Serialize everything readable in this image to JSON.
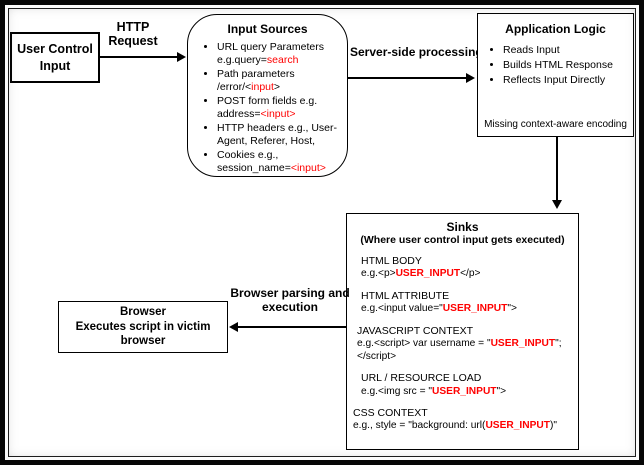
{
  "diagram": {
    "colors": {
      "highlight_red": "#ff0000"
    },
    "user_control": {
      "label": "User Control Input"
    },
    "labels": {
      "http_request": [
        "HTTP",
        "Request"
      ],
      "server_side": "Server-side processing",
      "browser_parsing": [
        "Browser parsing and",
        "execution"
      ]
    },
    "input_sources": {
      "title": "Input Sources",
      "items": [
        [
          {
            "t": "URL query Parameters"
          },
          {
            "br": true
          },
          {
            "t": "e.g.query="
          },
          {
            "t": "search",
            "red": true
          }
        ],
        [
          {
            "t": "Path parameters"
          },
          {
            "br": true
          },
          {
            "t": "/error/<"
          },
          {
            "t": "input",
            "red": true
          },
          {
            "t": ">"
          }
        ],
        [
          {
            "t": "POST form fields e.g."
          },
          {
            "br": true
          },
          {
            "t": "address="
          },
          {
            "t": "<input>",
            "red": true
          }
        ],
        [
          {
            "t": "HTTP headers e.g., User-"
          },
          {
            "br": true
          },
          {
            "t": "Agent, Referer, Host,"
          }
        ],
        [
          {
            "t": "Cookies e.g.,"
          },
          {
            "br": true
          },
          {
            "t": "session_name="
          },
          {
            "t": "<input>",
            "red": true
          }
        ]
      ]
    },
    "application_logic": {
      "title": "Application Logic",
      "items": [
        "Reads Input",
        "Builds HTML Response",
        "Reflects Input Directly"
      ],
      "footer": "Missing context-aware encoding"
    },
    "sinks": {
      "title": "Sinks",
      "subtitle": "(Where user control input gets executed)",
      "sections": [
        {
          "heading": "HTML BODY",
          "code": [
            {
              "t": "e.g.<p>"
            },
            {
              "t": "USER_INPUT",
              "red": true,
              "b": true
            },
            {
              "t": "</p>"
            }
          ]
        },
        {
          "heading": "HTML ATTRIBUTE",
          "code": [
            {
              "t": "e.g.<input value=\""
            },
            {
              "t": "USER_INPUT",
              "red": true,
              "b": true
            },
            {
              "t": "\">"
            }
          ]
        },
        {
          "heading": "JAVASCRIPT CONTEXT",
          "code": [
            {
              "t": "e.g.<script> var username = \""
            },
            {
              "t": "USER_INPUT",
              "red": true,
              "b": true
            },
            {
              "t": "\";"
            },
            {
              "br": true
            },
            {
              "t": "</script>"
            }
          ]
        },
        {
          "heading": "URL / RESOURCE LOAD",
          "code": [
            {
              "t": "e.g.<img src = \""
            },
            {
              "t": "USER_INPUT",
              "red": true,
              "b": true
            },
            {
              "t": "\">"
            }
          ]
        },
        {
          "heading": "CSS CONTEXT",
          "code": [
            {
              "t": "e.g., style = \"background: url("
            },
            {
              "t": "USER_INPUT",
              "red": true,
              "b": true
            },
            {
              "t": ")\""
            }
          ]
        }
      ]
    },
    "browser": {
      "lines": [
        "Browser",
        "Executes script in victim",
        "browser"
      ]
    }
  }
}
